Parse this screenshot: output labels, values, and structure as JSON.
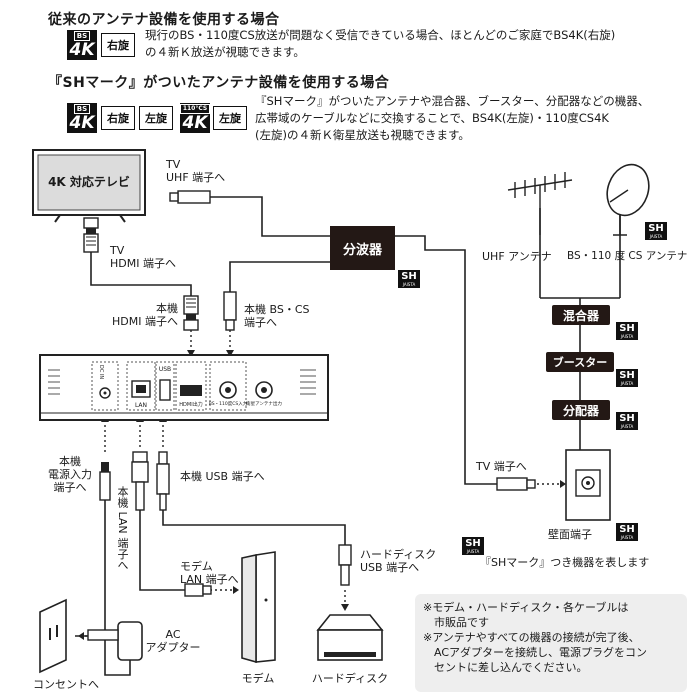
{
  "section1": {
    "heading": "従来のアンテナ設備を使用する場合",
    "badge_bs": "BS",
    "badge_4k": "4K",
    "badge_right": "右旋",
    "text_line1": "現行のBS・110度CS放送が問題なく受信できている場合、ほとんどのご家庭でBS4K(右旋)",
    "text_line2": "の４新Ｋ放送が視聴できます。"
  },
  "section2": {
    "heading": "『SHマーク』がついたアンテナ設備を使用する場合",
    "badge_bs": "BS",
    "badge_4k": "4K",
    "badge_right": "右旋",
    "badge_left": "左旋",
    "badge_cs": "110°CS",
    "badge_4k2": "4K",
    "badge_left2": "左旋",
    "text_line1": "『SHマーク』がついたアンテナや混合器、ブースター、分配器などの機器、",
    "text_line2": "広帯域のケーブルなどに交換することで、BS4K(左旋)・110度CS4K",
    "text_line3": "(左旋)の４新Ｋ衛星放送も視聴できます。"
  },
  "diagram": {
    "tv": "4K 対応テレビ",
    "tv_uhf_1": "TV",
    "tv_uhf_2": "UHF 端子へ",
    "tv_hdmi_1": "TV",
    "tv_hdmi_2": "HDMI 端子へ",
    "unit_hdmi_1": "本機",
    "unit_hdmi_2": "HDMI 端子へ",
    "unit_bscs": "本機 BS・CS",
    "unit_bscs_2": "端子へ",
    "splitter": "分波器",
    "uhf_antenna": "UHF アンテナ",
    "bs_antenna": "BS・110 度 CS アンテナ",
    "mixer": "混合器",
    "booster": "ブースター",
    "distributor": "分配器",
    "tv_term": "TV 端子へ",
    "wall": "壁面端子",
    "sh_legend": "『SHマーク』つき機器を表します",
    "power_1": "本機",
    "power_2": "電源入力",
    "power_3": "端子へ",
    "lan_vertical": "本機 LAN 端子へ",
    "usb": "本機 USB 端子へ",
    "hdd_usb_1": "ハードディスク",
    "hdd_usb_2": "USB 端子へ",
    "modem_lan_1": "モデム",
    "modem_lan_2": "LAN 端子へ",
    "ac_1": "AC",
    "ac_2": "アダプター",
    "outlet": "コンセントへ",
    "modem": "モデム",
    "hdd": "ハードディスク",
    "sh_mark": "SH",
    "sh_sub": "JAISTA",
    "port_dc": "DC IN",
    "port_lan": "LAN",
    "port_usb": "USB",
    "port_hdmi": "HDMI出力",
    "port_bscs": "BS・110度CS入力",
    "port_bscs_out": "衛星アンテナ出力"
  },
  "notes": {
    "line1": "※モデム・ハードディスク・各ケーブルは",
    "line2": "市販品です",
    "line3": "※アンテナやすべての機器の接続が完了後、",
    "line4": "ACアダプターを接続し、電源プラグをコン",
    "line5": "セントに差し込んでください。"
  }
}
